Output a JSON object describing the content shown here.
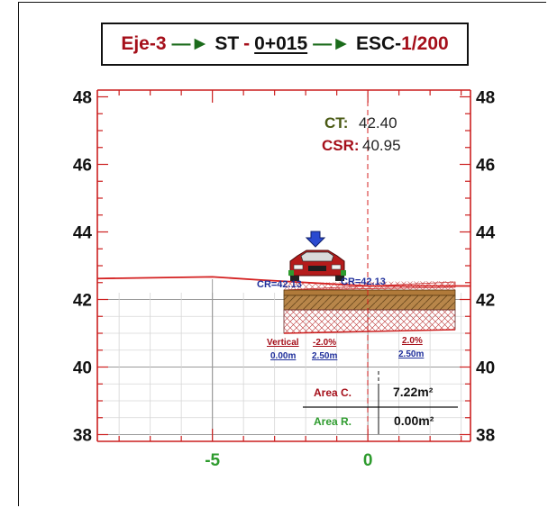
{
  "title": {
    "axis": "Eje-3",
    "sep1": "—►",
    "st_label": "ST",
    "dash": "-",
    "station": "0+015",
    "sep2": "—►",
    "esc_label": "ESC-",
    "scale": "1/200"
  },
  "ct": {
    "label": "CT:",
    "value": "42.40"
  },
  "csr": {
    "label": "CSR:",
    "value": "40.95"
  },
  "axes": {
    "y_ticks": [
      48,
      46,
      44,
      42,
      40,
      38
    ],
    "y_tick_labels": [
      "48",
      "46",
      "44",
      "42",
      "40",
      "38"
    ],
    "x_tick_labels": [
      "-5",
      "0"
    ],
    "y_range": [
      37.8,
      48.2
    ],
    "x_range": [
      -8.7,
      3.3
    ]
  },
  "chart_data": {
    "type": "line",
    "ground_profile": {
      "x": [
        -8.7,
        -5,
        -3.5,
        0,
        3.3
      ],
      "y": [
        42.62,
        42.67,
        42.58,
        42.4,
        42.4
      ]
    },
    "subgrade_left": {
      "x": [
        -2.5,
        0
      ],
      "y": [
        40.9,
        40.95
      ]
    },
    "subgrade_right": {
      "x": [
        0,
        2.5
      ],
      "y": [
        40.95,
        41.0
      ]
    },
    "pavement_top": {
      "x": [
        -2.5,
        2.5
      ],
      "y": [
        42.13,
        42.13
      ]
    },
    "axis_x": 0,
    "ylim": [
      37.8,
      48.2
    ]
  },
  "cr_left": "CR=42.13",
  "cr_right": "CR=42.13",
  "slopes": {
    "vertical_label": "Vertical",
    "vertical_offset": "0.00m",
    "left_slope": "-2.0%",
    "left_width": "2.50m",
    "right_slope": "2.0%",
    "right_width": "2.50m"
  },
  "areas": {
    "cut_label": "Area C.",
    "cut_value": "7.22m²",
    "fill_label": "Area R.",
    "fill_value": "0.00m²"
  },
  "colors": {
    "axis_red": "#cc1f1f",
    "label_red": "#a50f1a",
    "label_green": "#2e9b2e",
    "label_blue": "#1f2f9b",
    "ct_olive": "#4a5a14"
  }
}
